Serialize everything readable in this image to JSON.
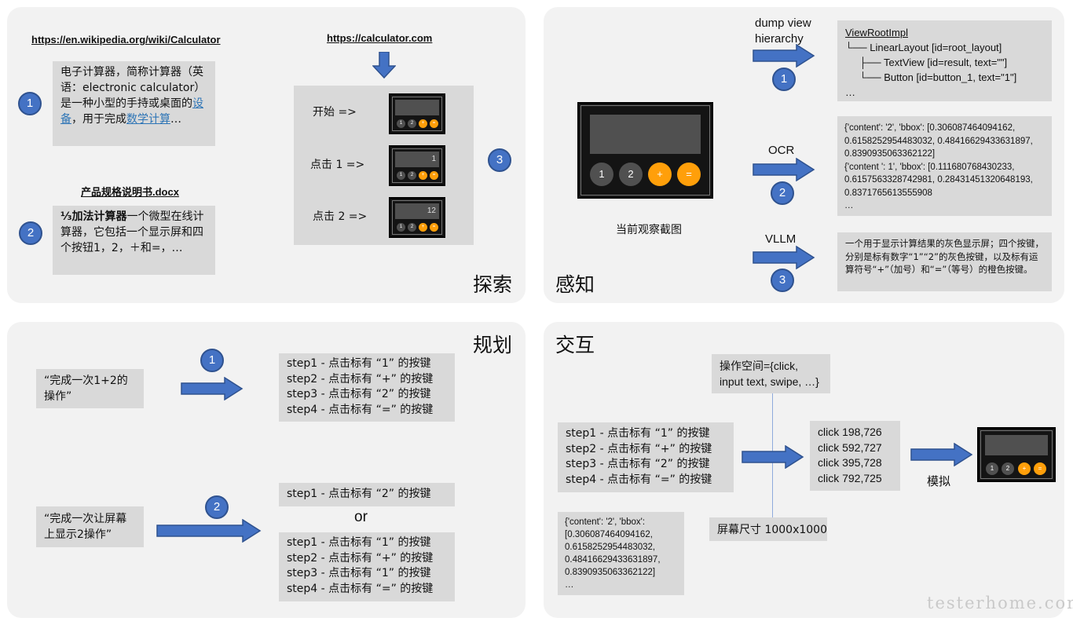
{
  "explore": {
    "title": "探索",
    "wiki_url": "https://en.wikipedia.org/wiki/Calculator",
    "wiki_text": {
      "pre1": "电子计算器，简称计算器（英语：electronic calculator）是一种小型的手持或桌面的",
      "link1": "设备",
      "mid": "，用于完成",
      "link2": "数学计算",
      "post": "…"
    },
    "doc_name": "产品规格说明书.docx",
    "doc_text_bold": "⅓加法计算器",
    "doc_text": "一个微型在线计算器，它包括一个显示屏和四个按钮1，2，＋和=，…",
    "calc_url": "https://calculator.com",
    "rows": [
      {
        "label": "开始 =>",
        "display": ""
      },
      {
        "label": "点击 1 =>",
        "display": "1"
      },
      {
        "label": "点击 2 =>",
        "display": "12"
      }
    ],
    "badges": [
      "1",
      "2",
      "3"
    ]
  },
  "perceive": {
    "title": "感知",
    "screenshot_caption": "当前观察截图",
    "calc_buttons": [
      "1",
      "2",
      "+",
      "="
    ],
    "methods": [
      {
        "label": "dump view\nhierarchy",
        "badge": "1"
      },
      {
        "label": "OCR",
        "badge": "2"
      },
      {
        "label": "VLLM",
        "badge": "3"
      }
    ],
    "hierarchy": {
      "root": "ViewRootImpl",
      "line1": "└── LinearLayout [id=root_layout]",
      "line2": "├── TextView [id=result, text=\"\"]",
      "line3": "└── Button [id=button_1, text=\"1\"]",
      "more": "…"
    },
    "ocr_lines": [
      "{'content': '2', 'bbox': [0.306087464094162,",
      "0.6158252954483032, 0.48416629433631897,",
      "0.8390935063362122]",
      "{'content ': 1', 'bbox': [0.111680768430233,",
      "0.6157563328742981, 0.28431451320648193,",
      "0.8371765613555908",
      "…"
    ],
    "vllm_text": "一个用于显示计算结果的灰色显示屏；四个按键，分别是标有数字“1”“2”的灰色按键，以及标有运算符号“+”（加号）和“=”（等号）的橙色按键。"
  },
  "plan": {
    "title": "规划",
    "task1": "“完成一次1+2的操作”",
    "task2": "“完成一次让屏幕上显示2操作”",
    "badges": [
      "1",
      "2"
    ],
    "steps1": [
      "step1 - 点击标有 “1” 的按键",
      "step2 - 点击标有 “+” 的按键",
      "step3 - 点击标有 “2” 的按键",
      "step4 - 点击标有 “=” 的按键"
    ],
    "steps2a": [
      "step1 - 点击标有 “2” 的按键"
    ],
    "or": "or",
    "steps2b": [
      "step1 - 点击标有 “1” 的按键",
      "step2 - 点击标有 “+” 的按键",
      "step3 - 点击标有 “1” 的按键",
      "step4 - 点击标有 “=” 的按键"
    ]
  },
  "interact": {
    "title": "交互",
    "action_space": [
      "操作空间={click,",
      "input text, swipe, …}"
    ],
    "steps": [
      "step1 - 点击标有 “1” 的按键",
      "step2 - 点击标有 “+” 的按键",
      "step3 - 点击标有 “2” 的按键",
      "step4 - 点击标有 “=” 的按键"
    ],
    "bbox_lines": [
      "{'content': '2', 'bbox':",
      "[0.306087464094162,",
      "0.6158252954483032,",
      "0.48416629433631897,",
      "0.8390935063362122]",
      "…"
    ],
    "screen_size": "屏幕尺寸 1000x1000",
    "clicks": [
      "click 198,726",
      "click 592,727",
      "click 395,728",
      "click 792,725"
    ],
    "simulate": "模拟"
  },
  "watermark": "testerhome.com",
  "colors": {
    "panel": "#f2f2f2",
    "box": "#d9d9d9",
    "arrow": "#4472c4",
    "orange": "#ff9f0a",
    "gray_button": "#505050"
  }
}
